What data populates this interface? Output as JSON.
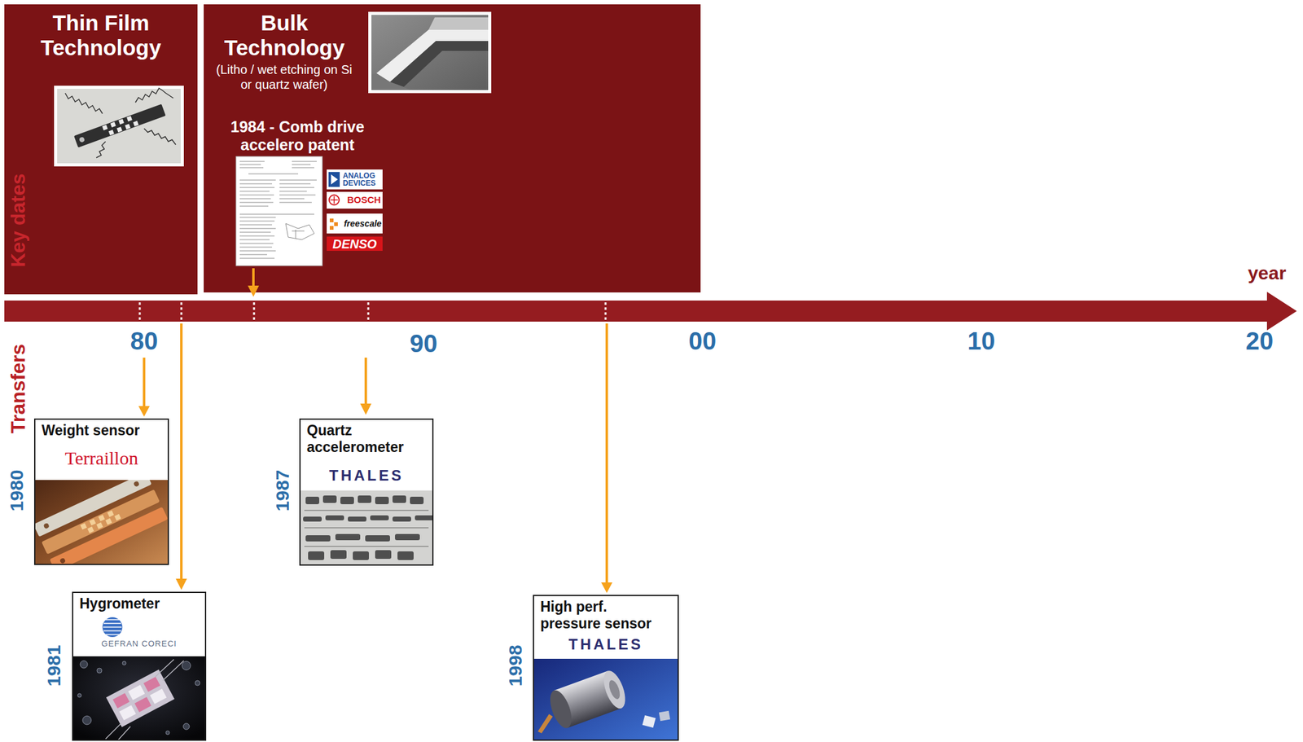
{
  "diagram": {
    "nodes": [
      {
        "text": [
          "Thin Film Technology"
        ]
      },
      {
        "text": [
          "Bulk Technology",
          "(Litho / wet etching on Si or quartz wafer)"
        ]
      },
      {
        "text": [
          "1984 - Comb drive accelero patent"
        ],
        "in": 1
      },
      {
        "text": [
          "Weight sensor",
          "Terraillon"
        ]
      },
      {
        "text": [
          "Hygrometer",
          "GEFRAN CORECI"
        ]
      },
      {
        "text": [
          "Quartz accelerometer",
          "THALES"
        ]
      },
      {
        "text": [
          "High perf. pressure sensor",
          "THALES"
        ]
      }
    ],
    "labels": [
      "Key dates",
      "year",
      "80",
      "90",
      "00",
      "10",
      "20",
      "Transfers",
      "1980",
      "1981",
      "1987",
      "1998",
      "ANALOG DEVICES",
      "BOSCH",
      "freescale",
      "DENSO"
    ]
  }
}
